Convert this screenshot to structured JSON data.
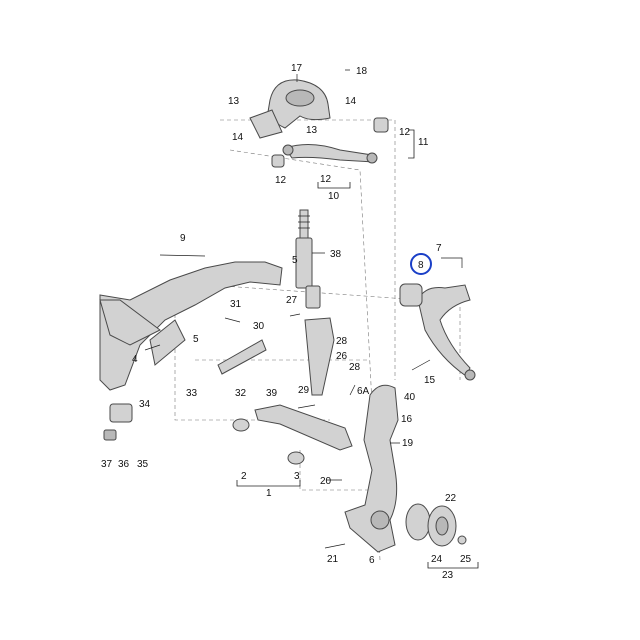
{
  "labels": {
    "p17": "17",
    "p18": "18",
    "p13a": "13",
    "p14a": "14",
    "p14b": "14",
    "p13b": "13",
    "p12a": "12",
    "p11": "11",
    "p12b": "12",
    "p12c": "12",
    "p10": "10",
    "p9": "9",
    "p38": "38",
    "p5a": "5",
    "p31": "31",
    "p27": "27",
    "p30": "30",
    "p28a": "28",
    "p5b": "5",
    "p4": "4",
    "p26": "26",
    "p28b": "28",
    "p33": "33",
    "p32": "32",
    "p39": "39",
    "p29": "29",
    "p6A": "6A",
    "p34": "34",
    "p37": "37",
    "p36": "36",
    "p35": "35",
    "p2": "2",
    "p3": "3",
    "p1": "1",
    "p8": "8",
    "p7": "7",
    "p15": "15",
    "p40": "40",
    "p16": "16",
    "p19": "19",
    "p20": "20",
    "p22": "22",
    "p21": "21",
    "p6": "6",
    "p24": "24",
    "p25": "25",
    "p23": "23"
  },
  "highlight": {
    "label": "8",
    "color": "#1a3fc7"
  },
  "colors": {
    "part_fill": "#d2d2d2",
    "part_stroke": "#4a4a4a"
  }
}
